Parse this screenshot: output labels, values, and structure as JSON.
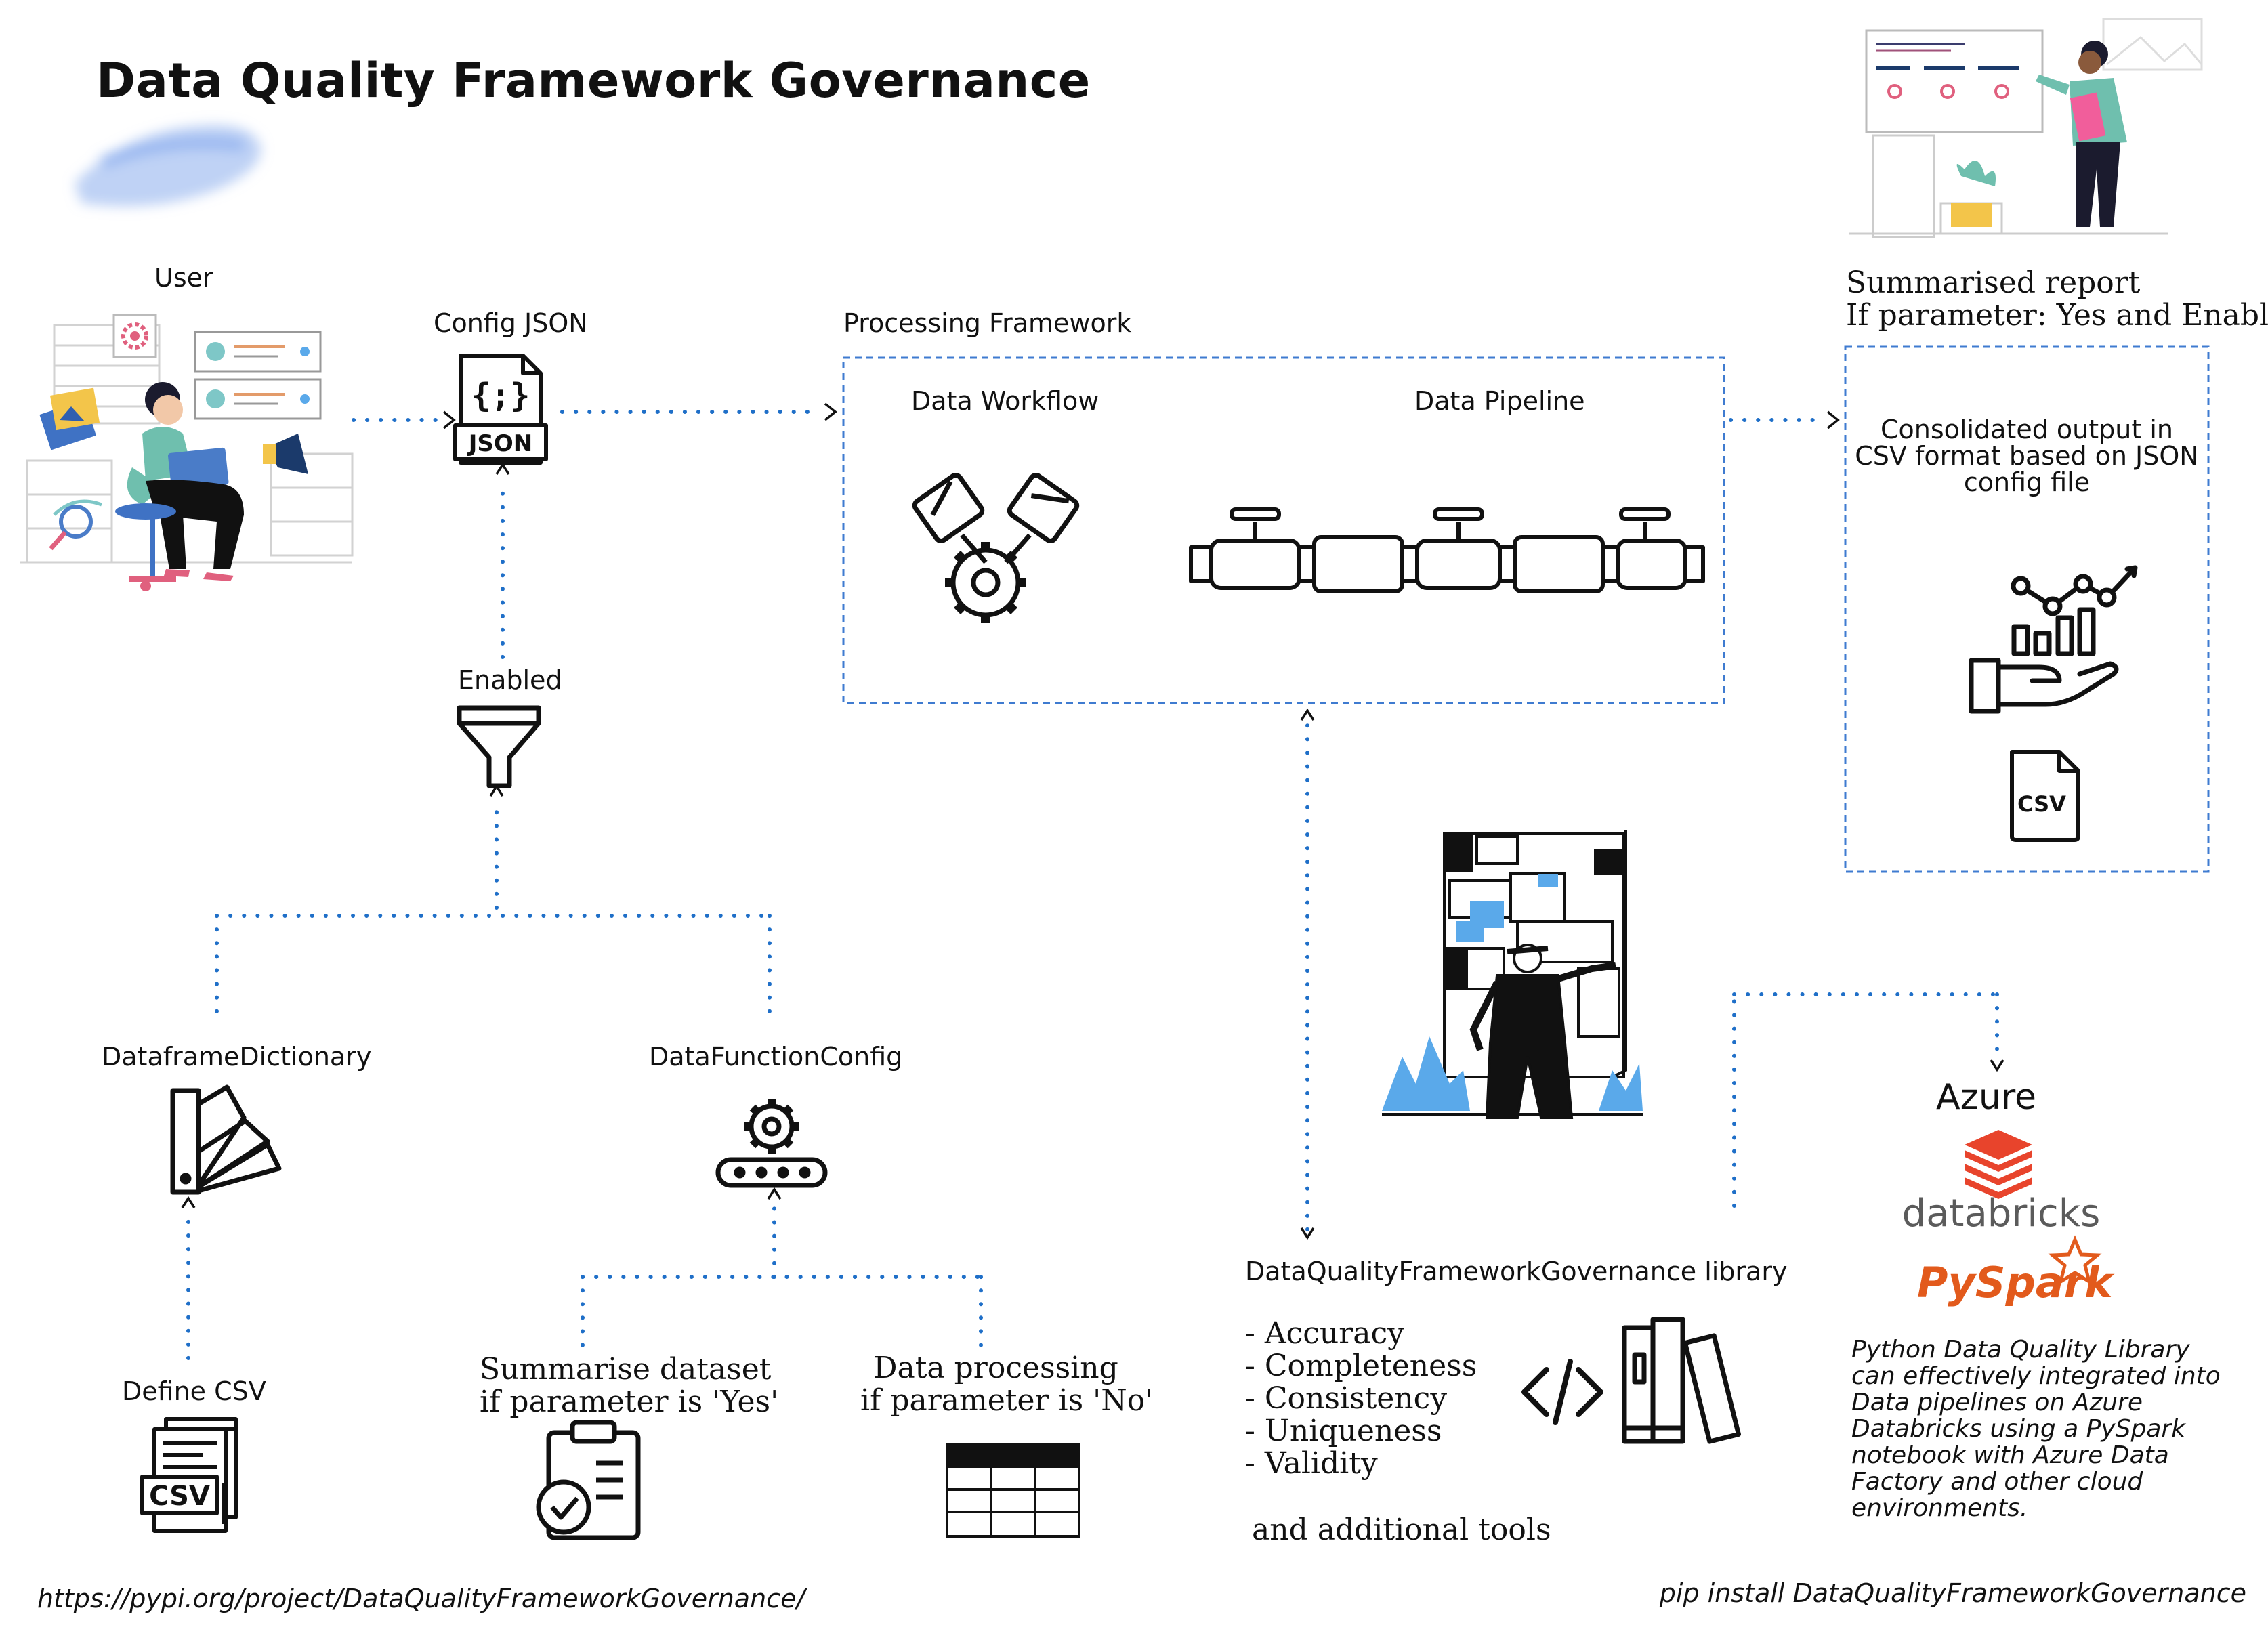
{
  "title": "Data Quality Framework Governance",
  "nodes": {
    "user": "User",
    "config_json": "Config JSON",
    "processing_framework": "Processing Framework",
    "data_workflow": "Data Workflow",
    "data_pipeline": "Data Pipeline",
    "summarised_report": [
      "Summarised report",
      "If parameter: Yes and Enabled"
    ],
    "consolidated_output": [
      "Consolidated output in",
      "CSV format based on JSON",
      "config file"
    ],
    "enabled": "Enabled",
    "dataframe_dictionary": "DataframeDictionary",
    "data_function_config": "DataFunctionConfig",
    "define_csv": "Define CSV",
    "summarise_dataset": [
      "Summarise dataset",
      "if parameter is 'Yes'"
    ],
    "data_processing": [
      "Data processing",
      "if parameter is 'No'"
    ],
    "library": "DataQualityFrameworkGovernance library",
    "azure": "Azure",
    "databricks": "databricks",
    "pyspark": "PySpark"
  },
  "icon_text": {
    "json_badge": "JSON",
    "json_braces": "{;}",
    "csv_badge": "CSV",
    "csv_file": "CSV"
  },
  "quality_dimensions": [
    "- Accuracy",
    "- Completeness",
    "- Consistency",
    "- Uniqueness",
    "- Validity"
  ],
  "additional_tools": "and additional tools",
  "library_note": [
    "Python Data Quality Library",
    "can effectively integrated into",
    "Data pipelines on Azure",
    "Databricks using a PySpark",
    "notebook with Azure Data",
    "Factory and other cloud",
    "environments."
  ],
  "footer": {
    "url": "https://pypi.org/project/DataQualityFrameworkGovernance/",
    "install": "pip install DataQualityFrameworkGovernance"
  },
  "colors": {
    "connector": "#1f6fc8",
    "box_border": "#3f7bd0",
    "accent_blue": "#5aa9ea",
    "databricks_red": "#e8442c",
    "pyspark_orange": "#e25a1c"
  }
}
